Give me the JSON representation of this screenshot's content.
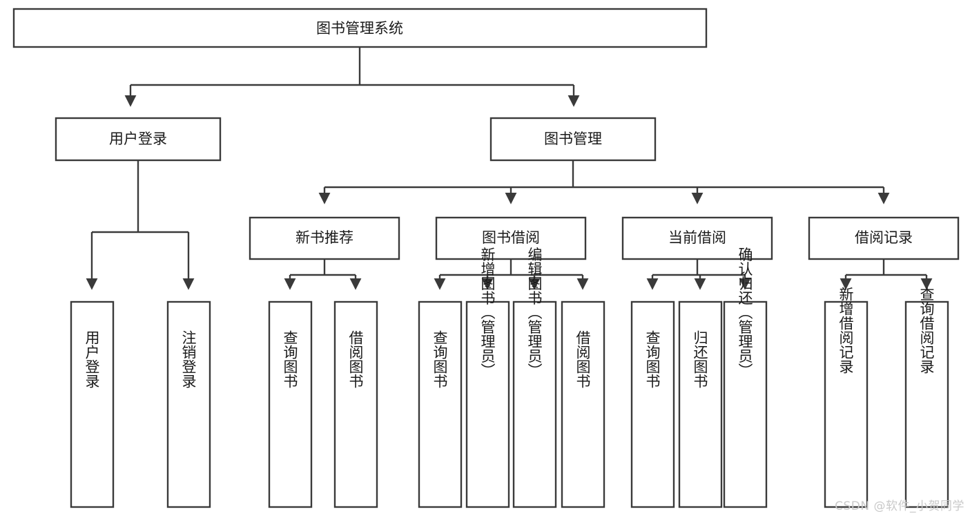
{
  "diagram": {
    "type": "tree-hierarchy",
    "title": "图书管理系统",
    "orientation": "top-down",
    "colors": {
      "box_stroke": "#3a3a3a",
      "box_fill": "#ffffff",
      "text": "#1a1a1a",
      "connector": "#3a3a3a",
      "background": "#ffffff",
      "watermark": "#c9c9c9"
    },
    "levels": {
      "root": {
        "label": "图书管理系统"
      },
      "level2": [
        {
          "id": "user-login",
          "label": "用户登录"
        },
        {
          "id": "book-manage",
          "label": "图书管理"
        }
      ],
      "level3": [
        {
          "id": "new-book-recommend",
          "label": "新书推荐",
          "parent": "book-manage"
        },
        {
          "id": "book-borrow",
          "label": "图书借阅",
          "parent": "book-manage"
        },
        {
          "id": "current-borrow",
          "label": "当前借阅",
          "parent": "book-manage"
        },
        {
          "id": "borrow-record",
          "label": "借阅记录",
          "parent": "book-manage"
        }
      ],
      "leaves": [
        {
          "id": "leaf-user-login",
          "label": "用户登录",
          "parent": "user-login"
        },
        {
          "id": "leaf-logout-login",
          "label": "注销登录",
          "parent": "user-login"
        },
        {
          "id": "leaf-query-book-1",
          "label": "查询图书",
          "parent": "new-book-recommend"
        },
        {
          "id": "leaf-borrow-book-1",
          "label": "借阅图书",
          "parent": "new-book-recommend"
        },
        {
          "id": "leaf-query-book-2",
          "label": "查询图书",
          "parent": "book-borrow"
        },
        {
          "id": "leaf-add-book",
          "label": "新增图书（管理员）",
          "parent": "book-borrow"
        },
        {
          "id": "leaf-edit-book",
          "label": "编辑图书（管理员）",
          "parent": "book-borrow"
        },
        {
          "id": "leaf-borrow-book-2",
          "label": "借阅图书",
          "parent": "book-borrow"
        },
        {
          "id": "leaf-query-book-3",
          "label": "查询图书",
          "parent": "current-borrow"
        },
        {
          "id": "leaf-return-book",
          "label": "归还图书",
          "parent": "current-borrow"
        },
        {
          "id": "leaf-confirm-return",
          "label": "确认归还（管理员）",
          "parent": "current-borrow"
        },
        {
          "id": "leaf-add-record",
          "label": "新增借阅记录",
          "parent": "borrow-record"
        },
        {
          "id": "leaf-query-record",
          "label": "查询借阅记录",
          "parent": "borrow-record"
        }
      ]
    }
  },
  "watermark": {
    "text": "CSDN @软件_小贺同学"
  }
}
